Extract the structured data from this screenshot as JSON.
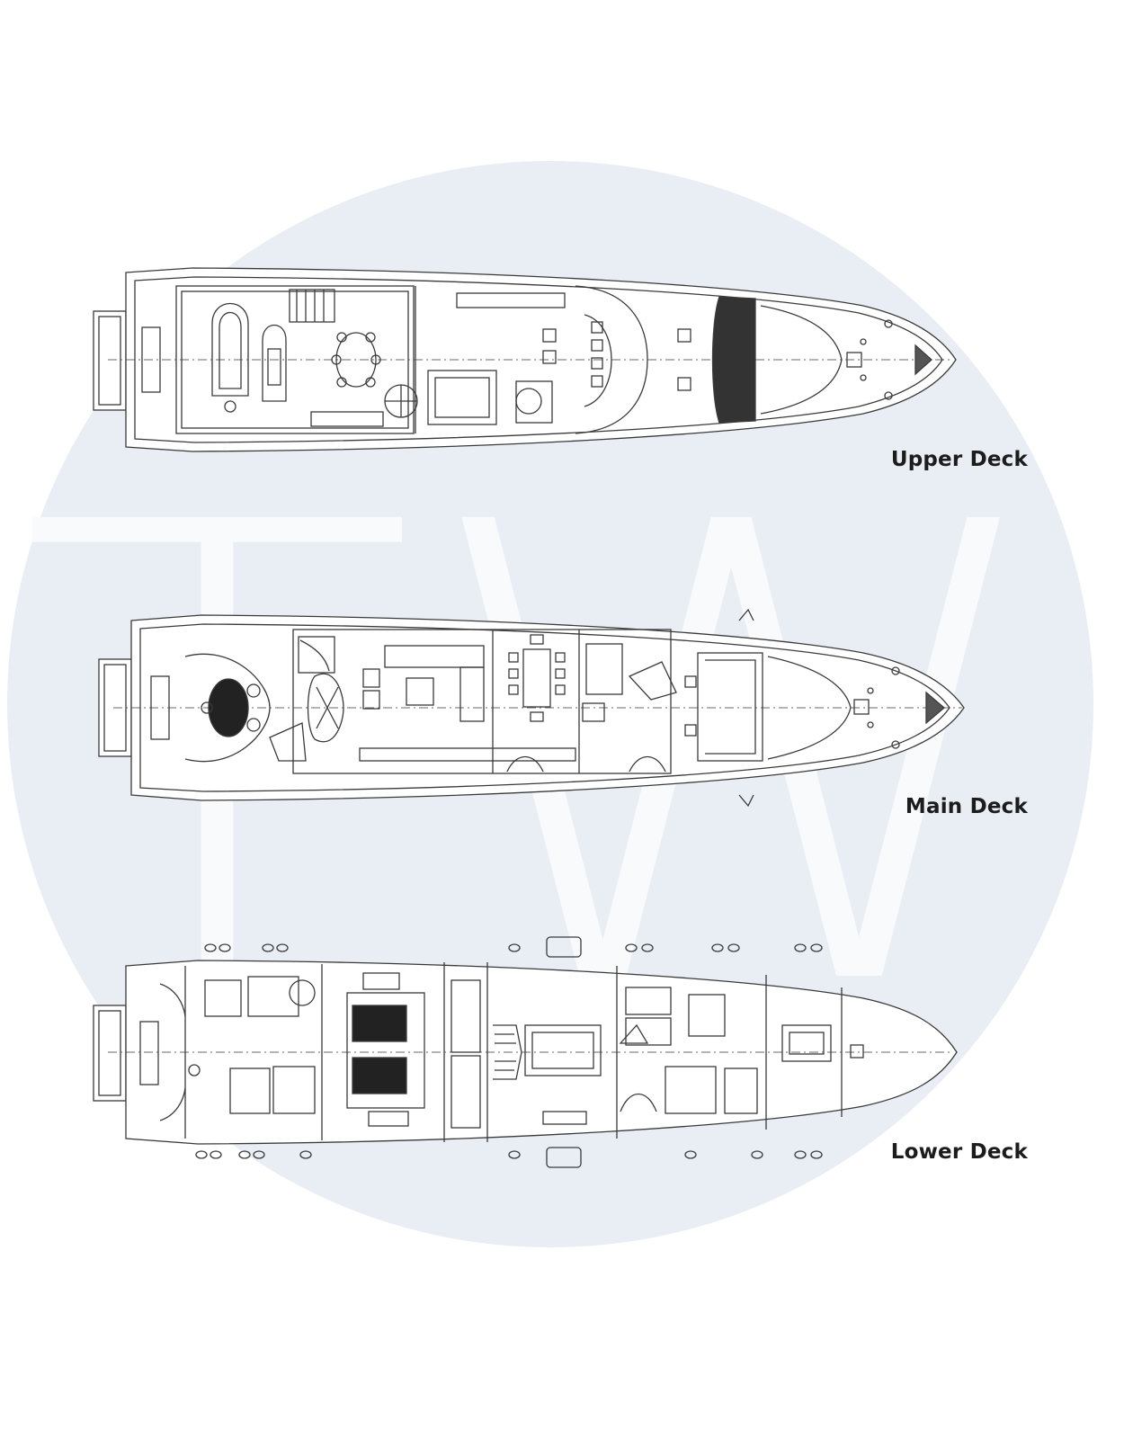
{
  "decks": [
    {
      "key": "upper",
      "label": "Upper Deck"
    },
    {
      "key": "main",
      "label": "Main Deck"
    },
    {
      "key": "lower",
      "label": "Lower Deck"
    }
  ],
  "watermark": {
    "text": "TW",
    "circle_color": "#e9eef5",
    "letter_color": "#f8fafc"
  },
  "colors": {
    "line": "#3a3a3a",
    "background": "#ffffff"
  }
}
